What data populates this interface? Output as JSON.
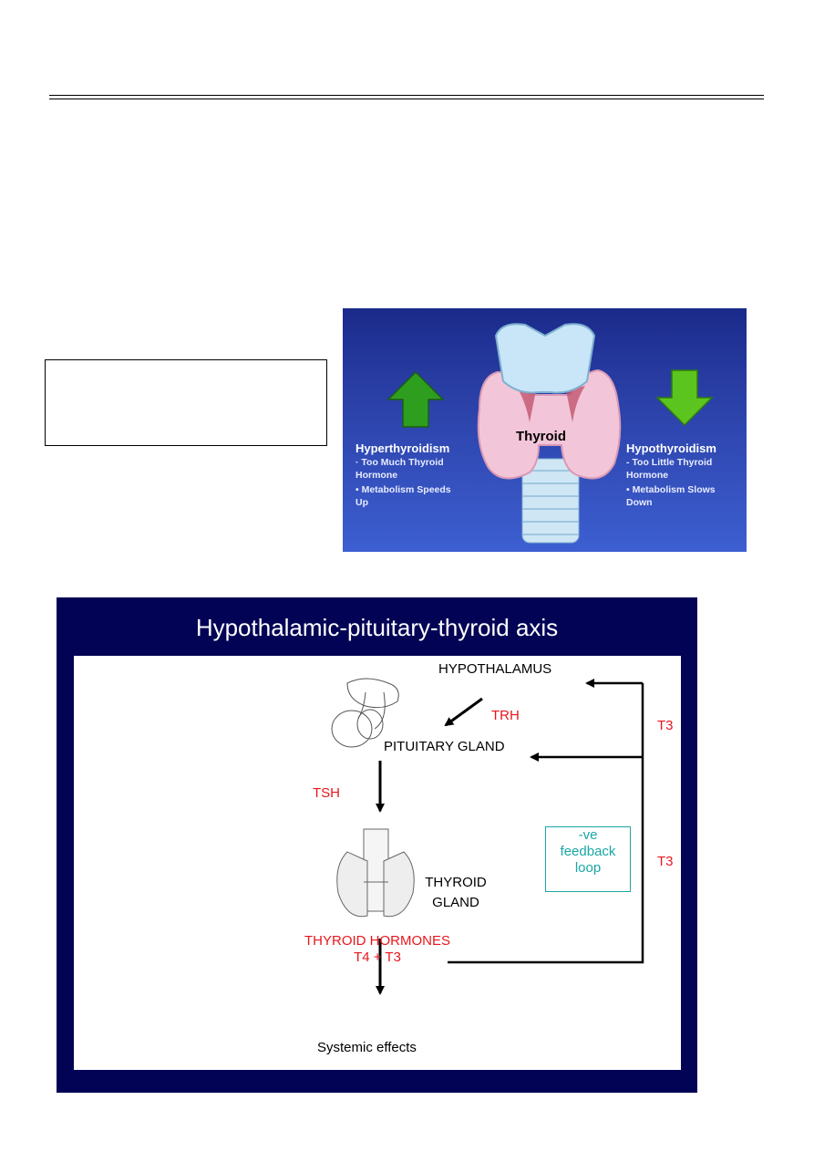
{
  "thyroid_panel": {
    "center_label": "Thyroid",
    "hyper": {
      "heading": "Hyperthyroidism",
      "lines": [
        "· Too Much Thyroid",
        "Hormone",
        "• Metabolism Speeds",
        "Up"
      ],
      "arrow_color": "#2e9e1f"
    },
    "hypo": {
      "heading": "Hypothyroidism",
      "lines": [
        "- Too Little Thyroid",
        "Hormone",
        "• Metabolism Slows",
        "Down"
      ],
      "arrow_color": "#5cc41e"
    }
  },
  "axis_diagram": {
    "title": "Hypothalamic-pituitary-thyroid axis",
    "hypothalamus": "HYPOTHALAMUS",
    "trh": "TRH",
    "pituitary": "PITUITARY GLAND",
    "tsh": "TSH",
    "thyroid_gland_line1": "THYROID",
    "thyroid_gland_line2": "GLAND",
    "hormones_line1": "THYROID HORMONES",
    "hormones_line2": "T4 + T3",
    "systemic": "Systemic effects",
    "t3_upper": "T3",
    "t3_lower": "T3",
    "feedback_line1": "-ve",
    "feedback_line2": "feedback",
    "feedback_line3": "loop",
    "colors": {
      "background": "#030356",
      "red_text": "#e8161c",
      "feedback": "#1aa6a6"
    }
  }
}
